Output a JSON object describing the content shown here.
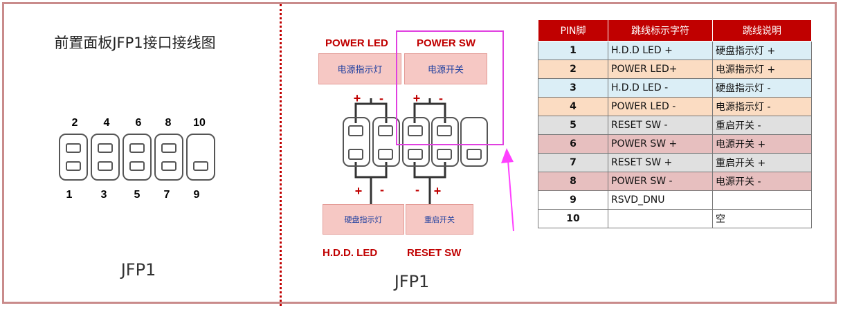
{
  "left_panel": {
    "title": "前置面板JFP1接口接线图",
    "top_pins": [
      "2",
      "4",
      "6",
      "8",
      "10"
    ],
    "bottom_pins": [
      "1",
      "3",
      "5",
      "7",
      "9"
    ],
    "caption": "JFP1"
  },
  "middle_panel": {
    "power_led_label": "POWER  LED",
    "power_sw_label": "POWER  SW",
    "power_led_box": "电源指示灯",
    "power_sw_box": "电源开关",
    "hdd_led_box": "硬盘指示灯",
    "reset_sw_box": "重启开关",
    "hdd_led_label": "H.D.D. LED",
    "reset_sw_label": "RESET SW",
    "caption": "JFP1",
    "plus": "+",
    "minus": "-",
    "highlight_color": "#e040e0",
    "arrow_color": "#ff40ff"
  },
  "table": {
    "headers": [
      "PIN脚",
      "跳线标示字符",
      "跳线说明"
    ],
    "rows": [
      {
        "pin": "1",
        "code": "H.D.D LED +",
        "desc": "硬盘指示灯 +"
      },
      {
        "pin": "2",
        "code": "POWER LED+",
        "desc": "电源指示灯 +"
      },
      {
        "pin": "3",
        "code": "H.D.D  LED -",
        "desc": "硬盘指示灯 -"
      },
      {
        "pin": "4",
        "code": "POWER LED -",
        "desc": "电源指示灯 -"
      },
      {
        "pin": "5",
        "code": "RESET SW -",
        "desc": "重启开关 -"
      },
      {
        "pin": "6",
        "code": "POWER SW +",
        "desc": "电源开关 +"
      },
      {
        "pin": "7",
        "code": "RESET SW +",
        "desc": "重启开关 +"
      },
      {
        "pin": "8",
        "code": "POWER SW -",
        "desc": "电源开关 -"
      },
      {
        "pin": "9",
        "code": "RSVD_DNU",
        "desc": ""
      },
      {
        "pin": "10",
        "code": "",
        "desc": "空"
      }
    ],
    "header_color": "#c00000"
  }
}
